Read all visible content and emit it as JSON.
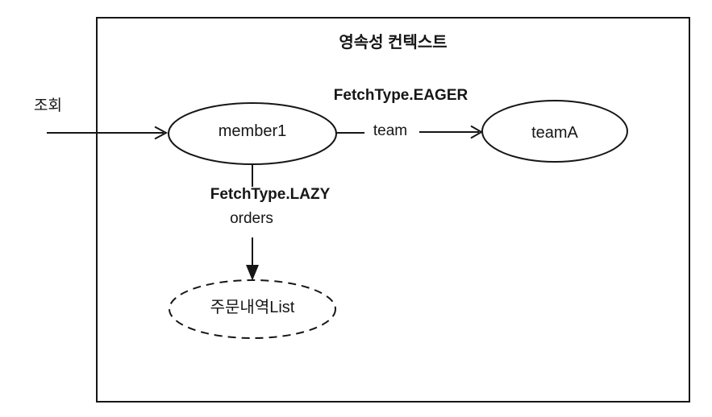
{
  "colors": {
    "ink": "#161616",
    "background": "#ffffff"
  },
  "diagram": {
    "title": "영속성 컨텍스트",
    "query_label": "조회",
    "nodes": {
      "member1": {
        "label": "member1",
        "shape": "ellipse-solid"
      },
      "teamA": {
        "label": "teamA",
        "shape": "ellipse-solid"
      },
      "orders_list": {
        "label": "주문내역List",
        "shape": "ellipse-dashed"
      }
    },
    "edges": {
      "team": {
        "fetch_type": "FetchType.EAGER",
        "field": "team",
        "from": "member1",
        "to": "teamA"
      },
      "orders": {
        "fetch_type": "FetchType.LAZY",
        "field": "orders",
        "from": "member1",
        "to": "orders_list"
      }
    }
  }
}
